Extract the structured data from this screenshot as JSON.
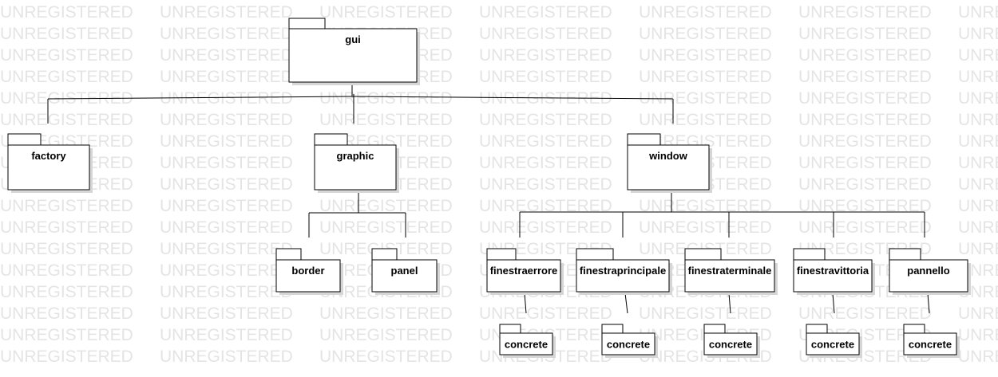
{
  "watermark": "UNREGISTERED",
  "packages": {
    "gui": "gui",
    "factory": "factory",
    "graphic": "graphic",
    "window": "window",
    "border": "border",
    "panel": "panel",
    "finestraerrore": "finestraerrore",
    "finestraprincipale": "finestraprincipale",
    "finestraterminale": "finestraterminale",
    "finestravittoria": "finestravittoria",
    "pannello": "pannello",
    "concrete_1": "concrete",
    "concrete_2": "concrete",
    "concrete_3": "concrete",
    "concrete_4": "concrete",
    "concrete_5": "concrete"
  },
  "containment": [
    {
      "parent": "gui",
      "children": [
        "factory",
        "graphic",
        "window"
      ]
    },
    {
      "parent": "graphic",
      "children": [
        "border",
        "panel"
      ]
    },
    {
      "parent": "window",
      "children": [
        "finestraerrore",
        "finestraprincipale",
        "finestraterminale",
        "finestravittoria",
        "pannello"
      ]
    },
    {
      "parent": "finestraerrore",
      "children": [
        "concrete_1"
      ]
    },
    {
      "parent": "finestraprincipale",
      "children": [
        "concrete_2"
      ]
    },
    {
      "parent": "finestraterminale",
      "children": [
        "concrete_3"
      ]
    },
    {
      "parent": "finestravittoria",
      "children": [
        "concrete_4"
      ]
    },
    {
      "parent": "pannello",
      "children": [
        "concrete_5"
      ]
    }
  ],
  "colors": {
    "watermark": "#e4e4e4",
    "line": "#000000",
    "fill": "#ffffff",
    "shadow": "#d6d6d6"
  }
}
